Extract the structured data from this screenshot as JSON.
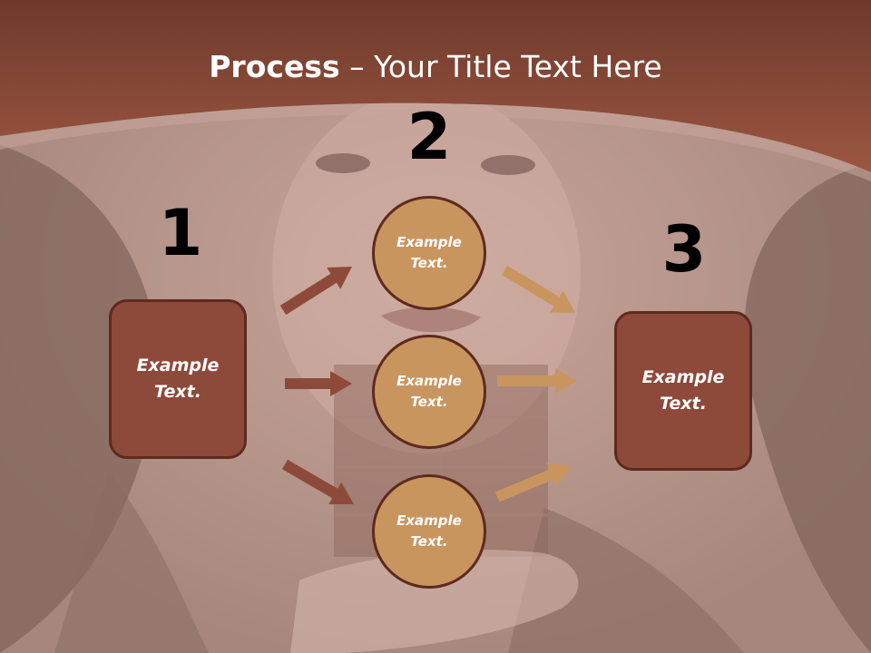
{
  "title": {
    "bold": "Process",
    "rest": " – Your Title Text Here"
  },
  "colors": {
    "header": "#8f4a36",
    "box_fill": "#8d4a3a",
    "box_border": "#5e2a1e",
    "circle_fill": "#c9955f",
    "arrow_left": "#8d4a3a",
    "arrow_right": "#c9955f"
  },
  "steps": [
    {
      "number": "1",
      "label": "Example\nText."
    },
    {
      "number": "2",
      "label": "Example\nText."
    },
    {
      "number": "3",
      "label": "Example\nText."
    }
  ],
  "circles": [
    {
      "label": "Example\nText."
    },
    {
      "label": "Example\nText."
    },
    {
      "label": "Example\nText."
    }
  ]
}
